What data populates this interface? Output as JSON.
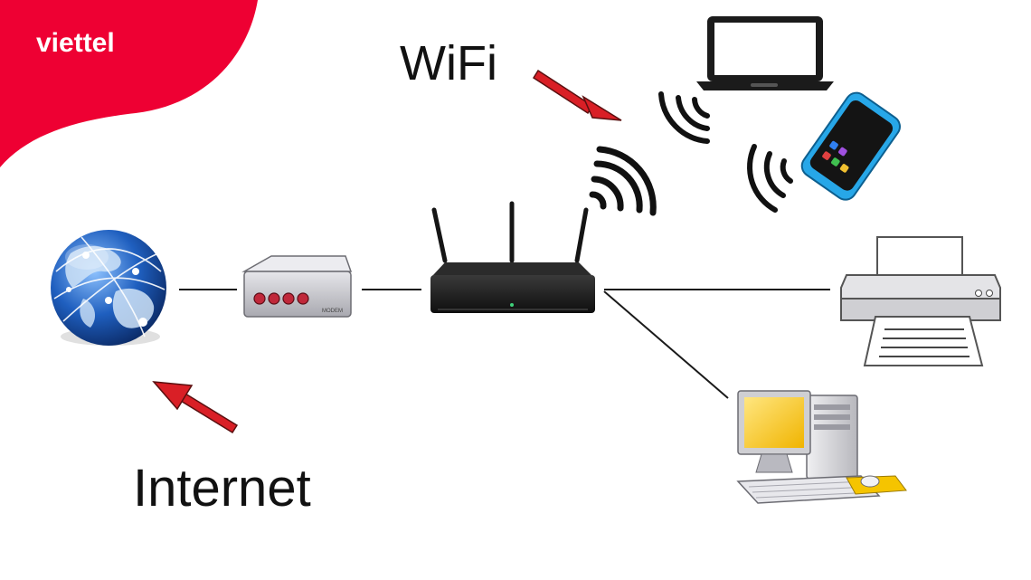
{
  "brand": {
    "name": "viettel",
    "color": "#ee0033",
    "text_color": "#ffffff"
  },
  "labels": {
    "wifi": "WiFi",
    "internet": "Internet",
    "modem_tag": "MODEM"
  },
  "colors": {
    "arrow": "#d91f26",
    "arrow_outline": "#5a1010",
    "line": "#1a1a1a",
    "router": "#1c1c1c",
    "modem_body": "#cfcfd3",
    "modem_led": "#c0283a",
    "globe_ocean": "#1f5fbf",
    "globe_land": "#cfe3f7",
    "screen_yellow": "#f5c400",
    "phone_blue": "#27a7e8",
    "tower_body": "#d6d6da",
    "printer_body": "#e4e4e7"
  },
  "nodes": [
    {
      "id": "internet",
      "icon": "globe-icon"
    },
    {
      "id": "modem",
      "icon": "modem-icon"
    },
    {
      "id": "router",
      "icon": "wifi-router-icon"
    },
    {
      "id": "laptop",
      "icon": "laptop-icon"
    },
    {
      "id": "phone",
      "icon": "smartphone-icon"
    },
    {
      "id": "printer",
      "icon": "printer-icon"
    },
    {
      "id": "desktop",
      "icon": "desktop-computer-icon"
    }
  ]
}
